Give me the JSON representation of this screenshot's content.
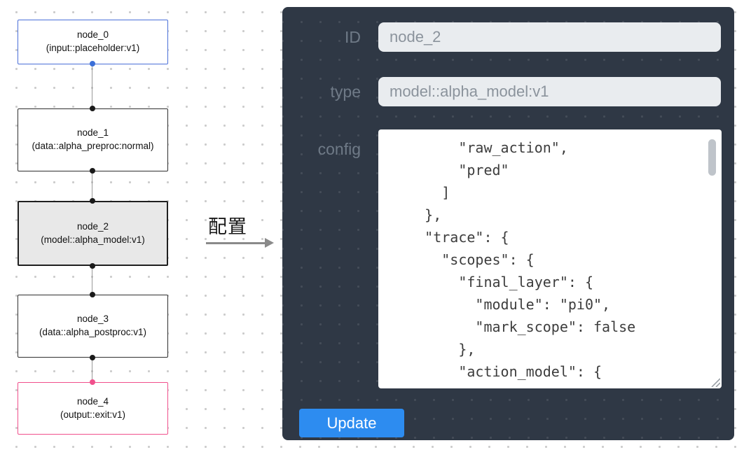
{
  "flowchart": {
    "nodes": [
      {
        "name": "node_0",
        "type": "(input::placeholder:v1)"
      },
      {
        "name": "node_1",
        "type": "(data::alpha_preproc:normal)"
      },
      {
        "name": "node_2",
        "type": "(model::alpha_model:v1)"
      },
      {
        "name": "node_3",
        "type": "(data::alpha_postproc:v1)"
      },
      {
        "name": "node_4",
        "type": "(output::exit:v1)"
      }
    ],
    "colors": {
      "input_node_border": "#4a6fd8",
      "output_node_border": "#f0508c",
      "selected_node_fill": "#e8e8e8",
      "default_node_border": "#2f2f2f",
      "edge": "#9a9a9a"
    }
  },
  "transition": {
    "label": "配置",
    "arrow_color": "#8a8a8a"
  },
  "panel": {
    "background": "#2f3845",
    "accent": "#2d8cf0",
    "fields": [
      {
        "label": "ID",
        "value": "node_2"
      },
      {
        "label": "type",
        "value": "model::alpha_model:v1"
      }
    ],
    "config": {
      "label": "config",
      "text": "        \"raw_action\",\n        \"pred\"\n      ]\n    },\n    \"trace\": {\n      \"scopes\": {\n        \"final_layer\": {\n          \"module\": \"pi0\",\n          \"mark_scope\": false\n        },\n        \"action_model\": {"
    },
    "update_button": "Update"
  }
}
